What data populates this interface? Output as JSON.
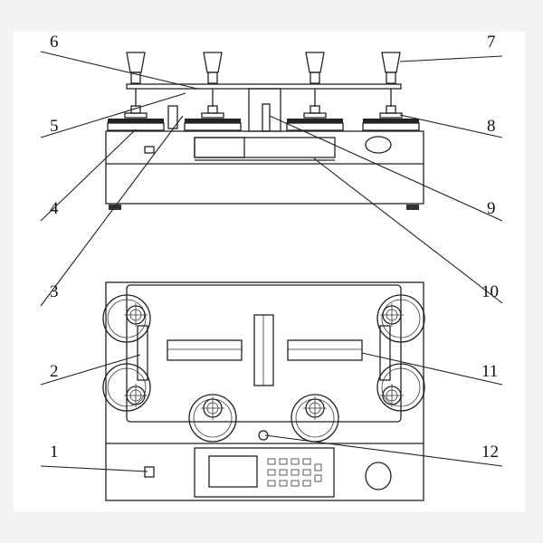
{
  "figure": {
    "title": "Martindale abrasion tester schematic (front and top view)",
    "callouts": [
      {
        "label": "1"
      },
      {
        "label": "2"
      },
      {
        "label": "3"
      },
      {
        "label": "4"
      },
      {
        "label": "5"
      },
      {
        "label": "6"
      },
      {
        "label": "7"
      },
      {
        "label": "8"
      },
      {
        "label": "9"
      },
      {
        "label": "10"
      },
      {
        "label": "11"
      },
      {
        "label": "12"
      }
    ]
  }
}
